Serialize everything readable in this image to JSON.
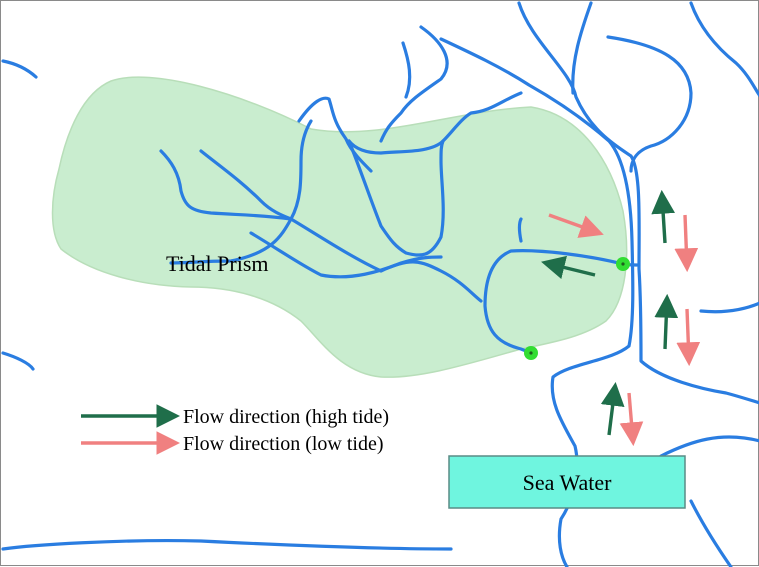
{
  "diagram": {
    "region_label": "Tidal Prism",
    "sea_label": "Sea Water",
    "legend": [
      {
        "label": "Flow direction (high tide)",
        "color": "#1f6e4a"
      },
      {
        "label": "Flow direction (low tide)",
        "color": "#f08080"
      }
    ],
    "colors": {
      "river": "#2a7de1",
      "prism_fill": "#c9edcf",
      "prism_stroke": "#b8deb9",
      "sea_fill": "#6ff5df",
      "sea_stroke": "#5a8c86",
      "gauge_point": "#33dd33",
      "high_tide_arrow": "#1f6e4a",
      "low_tide_arrow": "#f08080"
    },
    "gauge_points": [
      "gauge-point-upper",
      "gauge-point-lower"
    ]
  }
}
